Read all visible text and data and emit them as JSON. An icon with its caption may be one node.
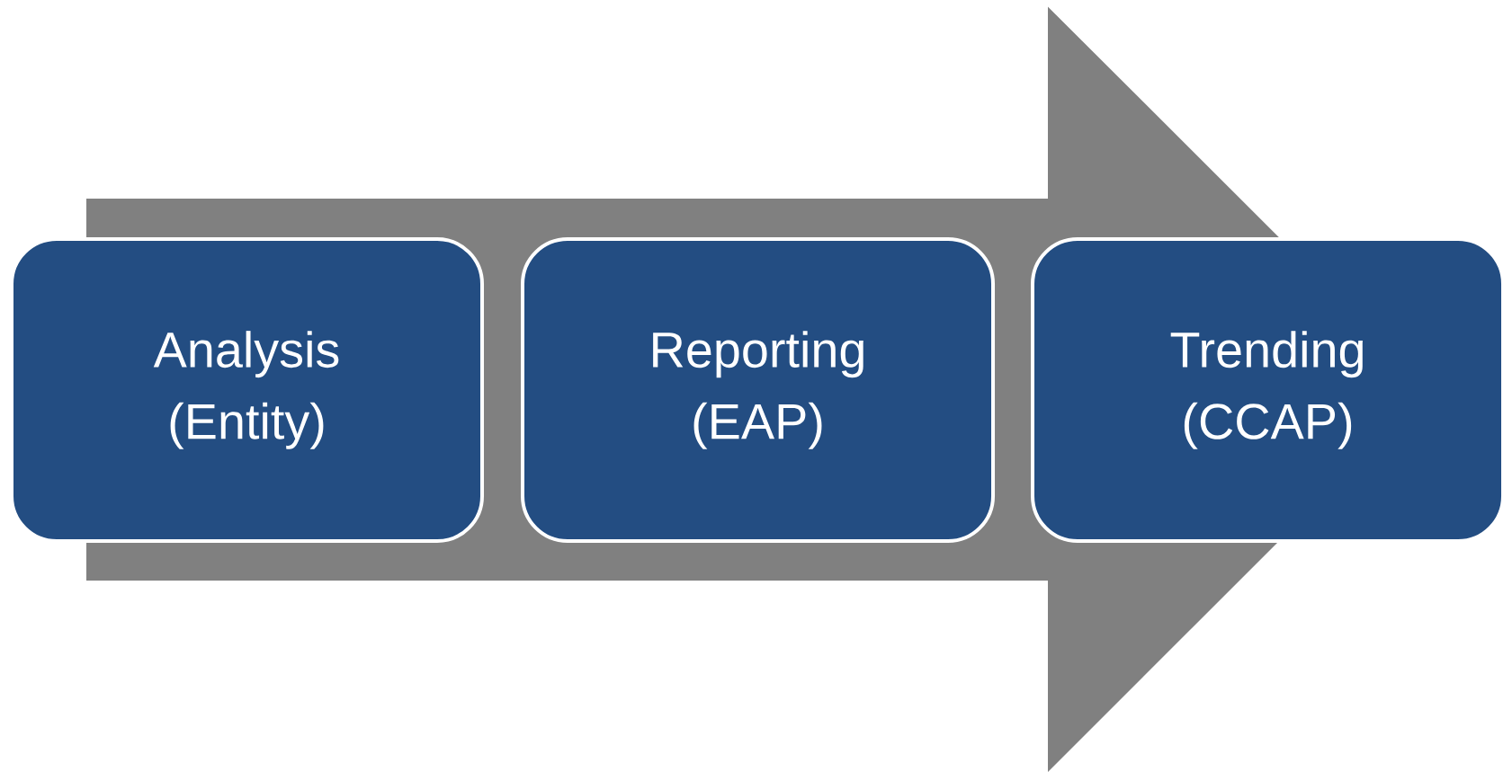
{
  "diagram": {
    "nodes": [
      {
        "text": [
          "Analysis (Entity)"
        ]
      },
      {
        "text": [
          "Reporting (EAP)"
        ]
      },
      {
        "text": [
          "Trending (CCAP)"
        ]
      }
    ],
    "edges": [
      {
        "from": 0,
        "to": 2,
        "arrow": "to"
      }
    ]
  }
}
